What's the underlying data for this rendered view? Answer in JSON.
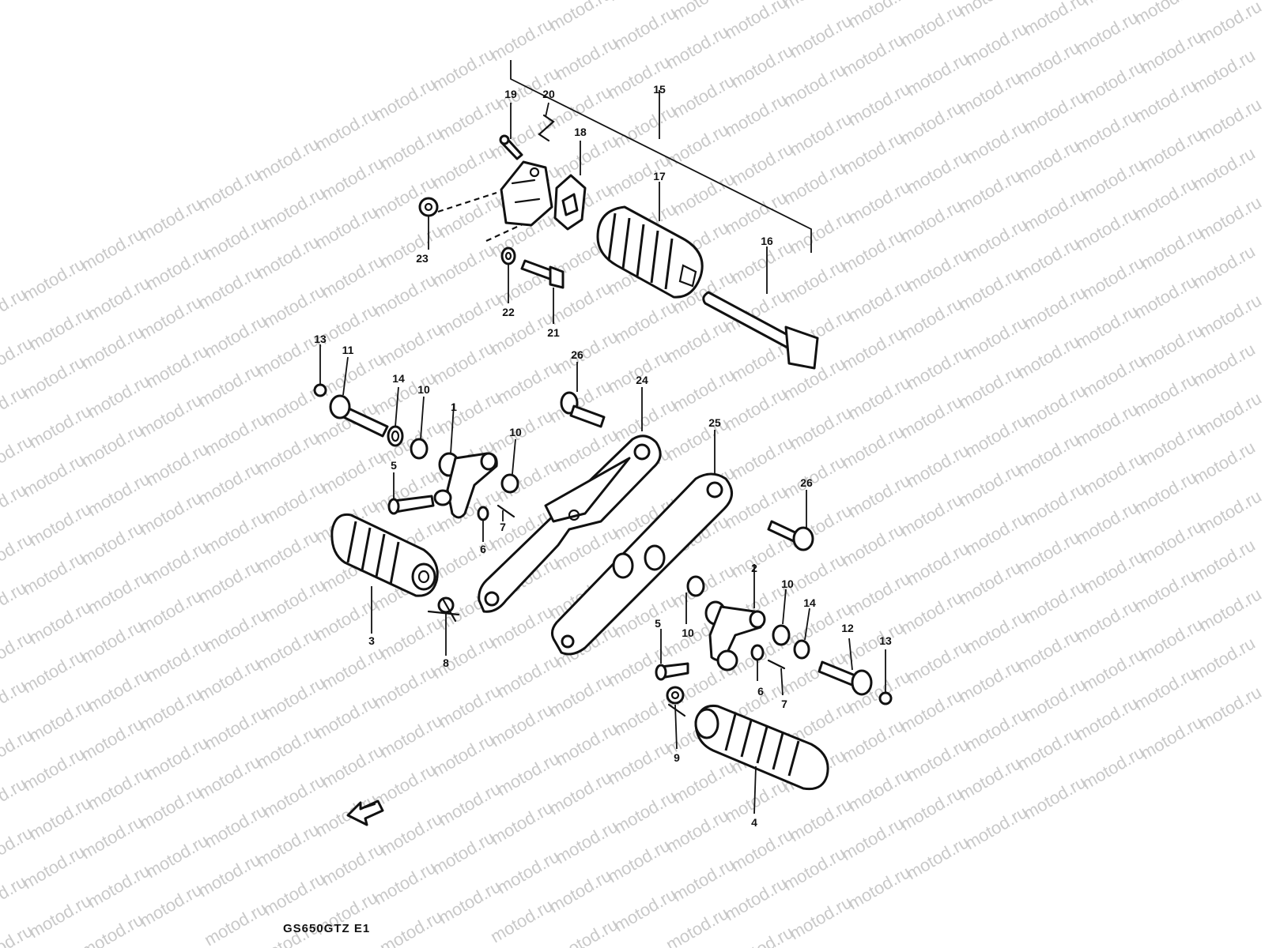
{
  "watermark": {
    "text": "motod.ru",
    "color": "#c9c9c9"
  },
  "model_label": "GS650GTZ E1",
  "parts": [
    {
      "id": "1",
      "icon": "footrest-bracket"
    },
    {
      "id": "2",
      "icon": "footrest-bracket"
    },
    {
      "id": "3",
      "icon": "footrest-rubber"
    },
    {
      "id": "4",
      "icon": "footrest-rubber"
    },
    {
      "id": "5",
      "icon": "pin"
    },
    {
      "id": "6",
      "icon": "washer"
    },
    {
      "id": "7",
      "icon": "cotter-pin"
    },
    {
      "id": "8",
      "icon": "spring"
    },
    {
      "id": "9",
      "icon": "spring"
    },
    {
      "id": "10",
      "icon": "bushing"
    },
    {
      "id": "11",
      "icon": "bolt"
    },
    {
      "id": "12",
      "icon": "bolt"
    },
    {
      "id": "13",
      "icon": "nut"
    },
    {
      "id": "14",
      "icon": "washer"
    },
    {
      "id": "15",
      "icon": "passenger-footrest-assembly"
    },
    {
      "id": "16",
      "icon": "shaft"
    },
    {
      "id": "17",
      "icon": "footrest-rubber"
    },
    {
      "id": "18",
      "icon": "plate"
    },
    {
      "id": "19",
      "icon": "pin"
    },
    {
      "id": "20",
      "icon": "spring"
    },
    {
      "id": "21",
      "icon": "bolt"
    },
    {
      "id": "22",
      "icon": "washer"
    },
    {
      "id": "23",
      "icon": "nut"
    },
    {
      "id": "24",
      "icon": "footrest-plate"
    },
    {
      "id": "25",
      "icon": "footrest-plate"
    },
    {
      "id": "26",
      "icon": "bolt"
    }
  ]
}
